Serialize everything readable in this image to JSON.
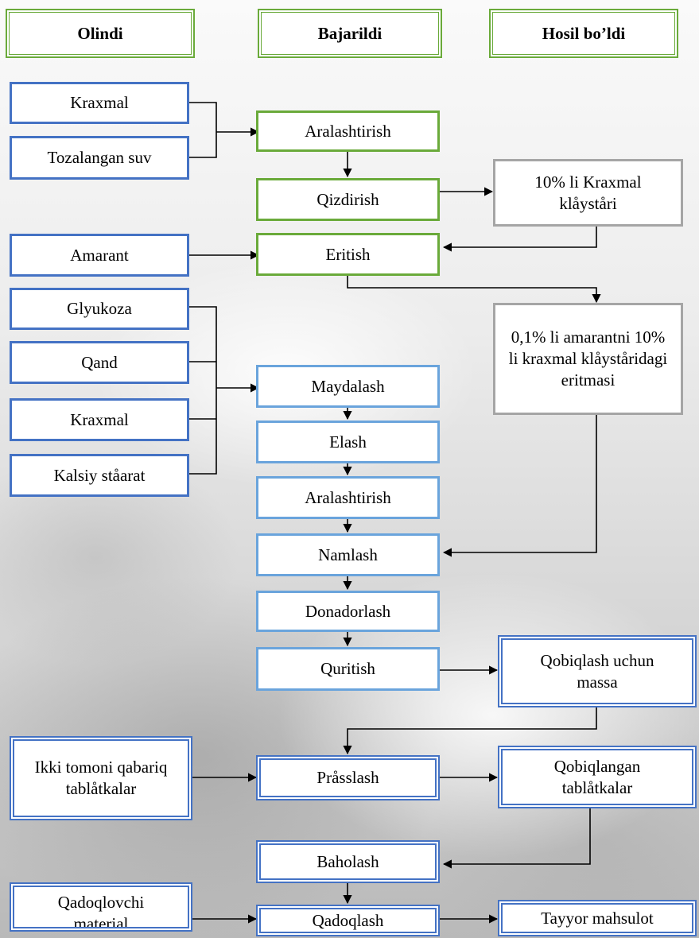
{
  "headers": {
    "inputs": "Olindi",
    "process": "Bajarildi",
    "outputs": "Hosil bo’ldi"
  },
  "inputs": [
    "Kraxmal",
    "Tozalangan suv",
    "Amarant",
    "Glyukoza",
    "Qand",
    "Kraxmal",
    "Kalsiy ståarat",
    "Ikki tomoni qabariq tablåtkalar",
    "Qadoqlovchi material"
  ],
  "steps": [
    "Aralashtirish",
    "Qizdirish",
    "Eritish",
    "Maydalash",
    "Elash",
    "Aralashtirish",
    "Namlash",
    "Donadorlash",
    "Quritish",
    "Pråsslash",
    "Baholash",
    "Qadoqlash"
  ],
  "outputs": [
    "10% li Kraxmal klåyståri",
    "0,1% li amarantni 10% li kraxmal klåyståridagi eritmasi",
    "Qobiqlash uchun massa",
    "Qobiqlangan tablåtkalar",
    "Tayyor mahsulot"
  ]
}
